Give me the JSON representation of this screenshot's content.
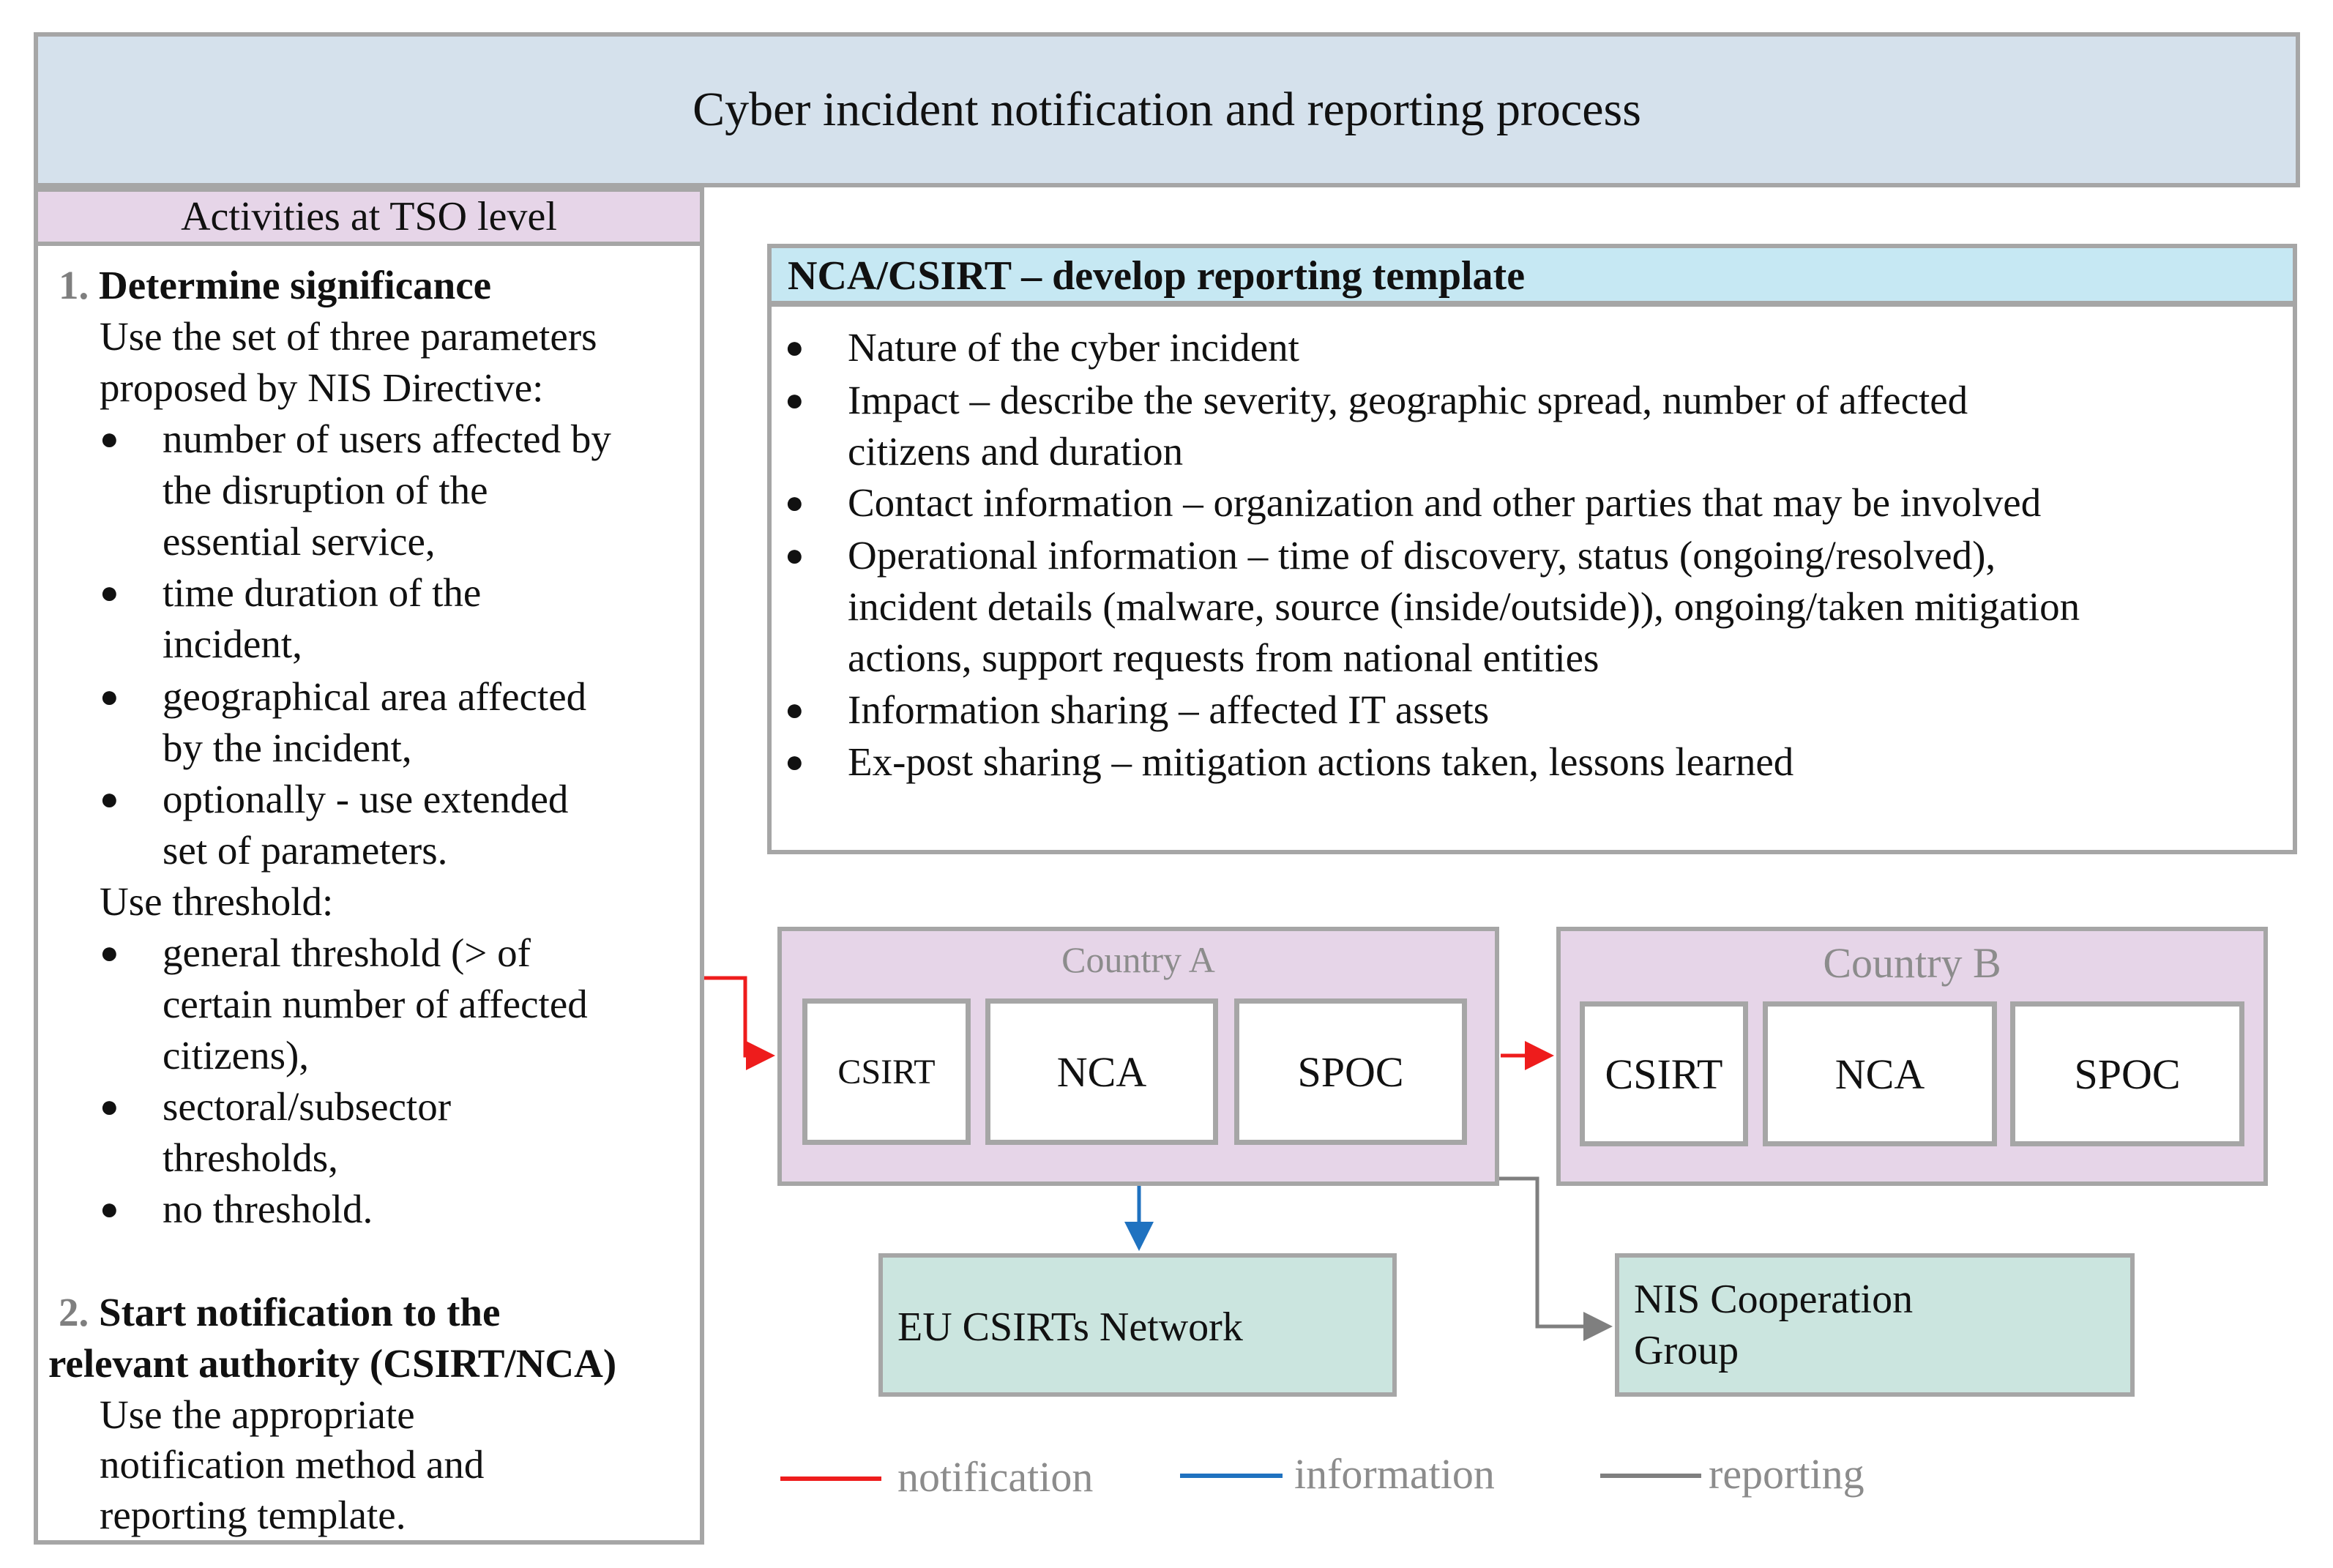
{
  "title": "Cyber incident notification and reporting process",
  "left_panel": {
    "header": "Activities at TSO level",
    "step1": {
      "number": "1.",
      "title": "Determine significance",
      "intro_1": "Use the set of three parameters",
      "intro_2": "proposed by NIS Directive:",
      "b1_1": "number of users affected by",
      "b1_2": "the disruption of the",
      "b1_3": "essential service,",
      "b2_1": "time duration of the",
      "b2_2": "incident,",
      "b3_1": "geographical area affected",
      "b3_2": "by the incident,",
      "b4_1": "optionally - use extended",
      "b4_2": "set of parameters.",
      "threshold_intro": "Use threshold:",
      "t1_1": "general threshold (> of",
      "t1_2": "certain number of affected",
      "t1_3": "citizens),",
      "t2_1": "sectoral/subsector",
      "t2_2": "thresholds,",
      "t3_1": "no threshold."
    },
    "step2": {
      "number": "2.",
      "title_1": "Start notification to the",
      "title_2": "relevant authority (CSIRT/NCA)",
      "text_1": "Use the appropriate",
      "text_2": "notification method and",
      "text_3": "reporting template."
    }
  },
  "template": {
    "header": "NCA/CSIRT – develop reporting template",
    "i1": "Nature of the cyber incident",
    "i2_1": "Impact – describe the severity, geographic spread, number of affected",
    "i2_2": "citizens and duration",
    "i3": "Contact information – organization and other parties that may be involved",
    "i4_1": "Operational information – time of discovery, status (ongoing/resolved),",
    "i4_2": "incident details (malware, source (inside/outside)), ongoing/taken mitigation",
    "i4_3": "actions, support requests from national entities",
    "i5": "Information sharing – affected IT assets",
    "i6": "Ex-post sharing – mitigation actions taken, lessons learned"
  },
  "country_a": {
    "title": "Country A",
    "boxes": [
      "CSIRT",
      "NCA",
      "SPOC"
    ]
  },
  "country_b": {
    "title": "Country B",
    "boxes": [
      "CSIRT",
      "NCA",
      "SPOC"
    ]
  },
  "eu_network": "EU CSIRTs Network",
  "nis_group_1": "NIS Cooperation",
  "nis_group_2": "Group",
  "legend": {
    "notification": "notification",
    "information": "information",
    "reporting": "reporting"
  },
  "colors": {
    "notification": "#ee1c1c",
    "information": "#1f72c0",
    "reporting": "#7f7f7f",
    "border": "#a6a6a6"
  }
}
